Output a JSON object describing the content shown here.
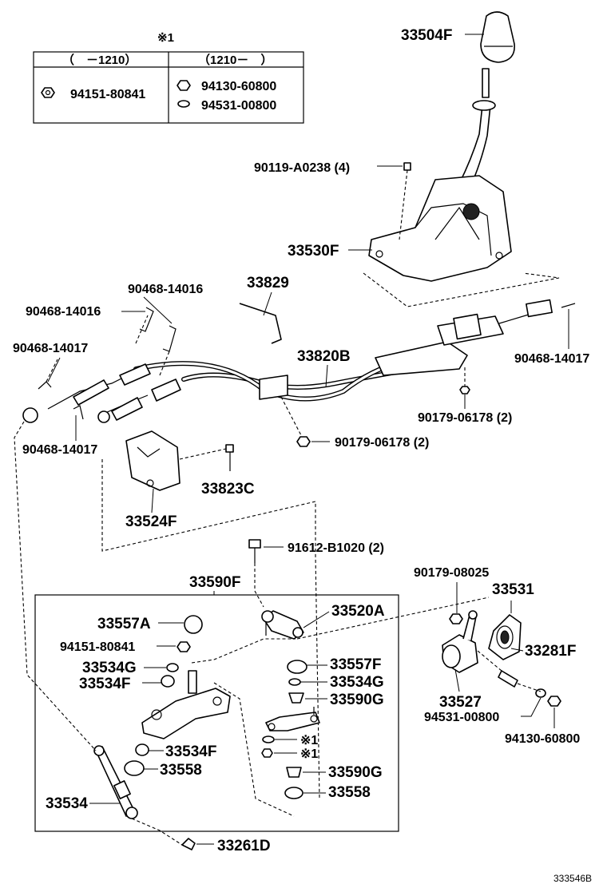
{
  "table": {
    "marker": "※1",
    "col_left_header": "（　－1210）",
    "col_right_header": "（1210－　）",
    "left_part": "94151-80841",
    "right_part_1": "94130-60800",
    "right_part_2": "94531-00800"
  },
  "labels": {
    "p33504F": "33504F",
    "p90119A0238": "90119-A0238 (4)",
    "p33530F": "33530F",
    "p90468_14016_a": "90468-14016",
    "p33829": "33829",
    "p90468_14016_b": "90468-14016",
    "p90468_14017_a": "90468-14017",
    "p33820B": "33820B",
    "p90468_14017_r": "90468-14017",
    "p90179_06178_r": "90179-06178 (2)",
    "p90468_14017_b": "90468-14017",
    "p90179_06178_c": "90179-06178 (2)",
    "p33823C": "33823C",
    "p33524F": "33524F",
    "p91612B1020": "91612-B1020 (2)",
    "p33590F": "33590F",
    "p90179_08025": "90179-08025",
    "p33531": "33531",
    "p33557A": "33557A",
    "p33520A": "33520A",
    "p94151_80841": "94151-80841",
    "p33534G_a": "33534G",
    "p33557F": "33557F",
    "p33281F": "33281F",
    "p33534F_a": "33534F",
    "p33534G_b": "33534G",
    "p33590G_a": "33590G",
    "p33527": "33527",
    "m1_a": "※1",
    "p94531_00800": "94531-00800",
    "m1_b": "※1",
    "p94130_60800": "94130-60800",
    "p33534F_b": "33534F",
    "p33558_a": "33558",
    "p33590G_b": "33590G",
    "p33534": "33534",
    "p33558_b": "33558",
    "p33261D": "33261D",
    "footer_code": "333546B"
  }
}
